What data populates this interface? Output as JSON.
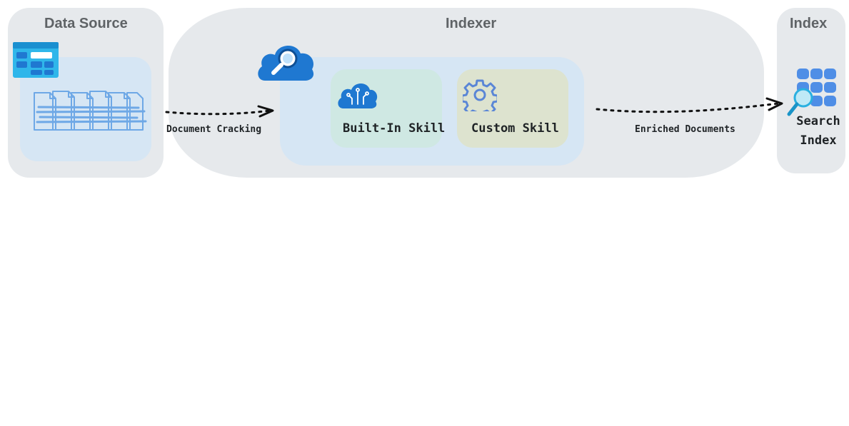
{
  "panels": {
    "data_source": {
      "title": "Data Source"
    },
    "indexer": {
      "title": "Indexer"
    },
    "index": {
      "title": "Index"
    }
  },
  "skills": {
    "built_in": {
      "label": "Built-In Skill",
      "icon": "ai-cloud-icon"
    },
    "custom": {
      "label": "Custom Skill",
      "icon": "gear-icon"
    }
  },
  "edges": {
    "document_cracking": "Document Cracking",
    "enriched_documents": "Enriched Documents"
  },
  "search_index": {
    "line1": "Search",
    "line2": "Index",
    "icon": "search-grid-icon"
  },
  "colors": {
    "panel": "#e6e9ec",
    "inner": "#d6e6f4",
    "built_in_box": "#cfe8e3",
    "custom_box": "#dde3cf",
    "azure_blue": "#1f78d1",
    "icon_light_blue": "#57a3e8"
  }
}
